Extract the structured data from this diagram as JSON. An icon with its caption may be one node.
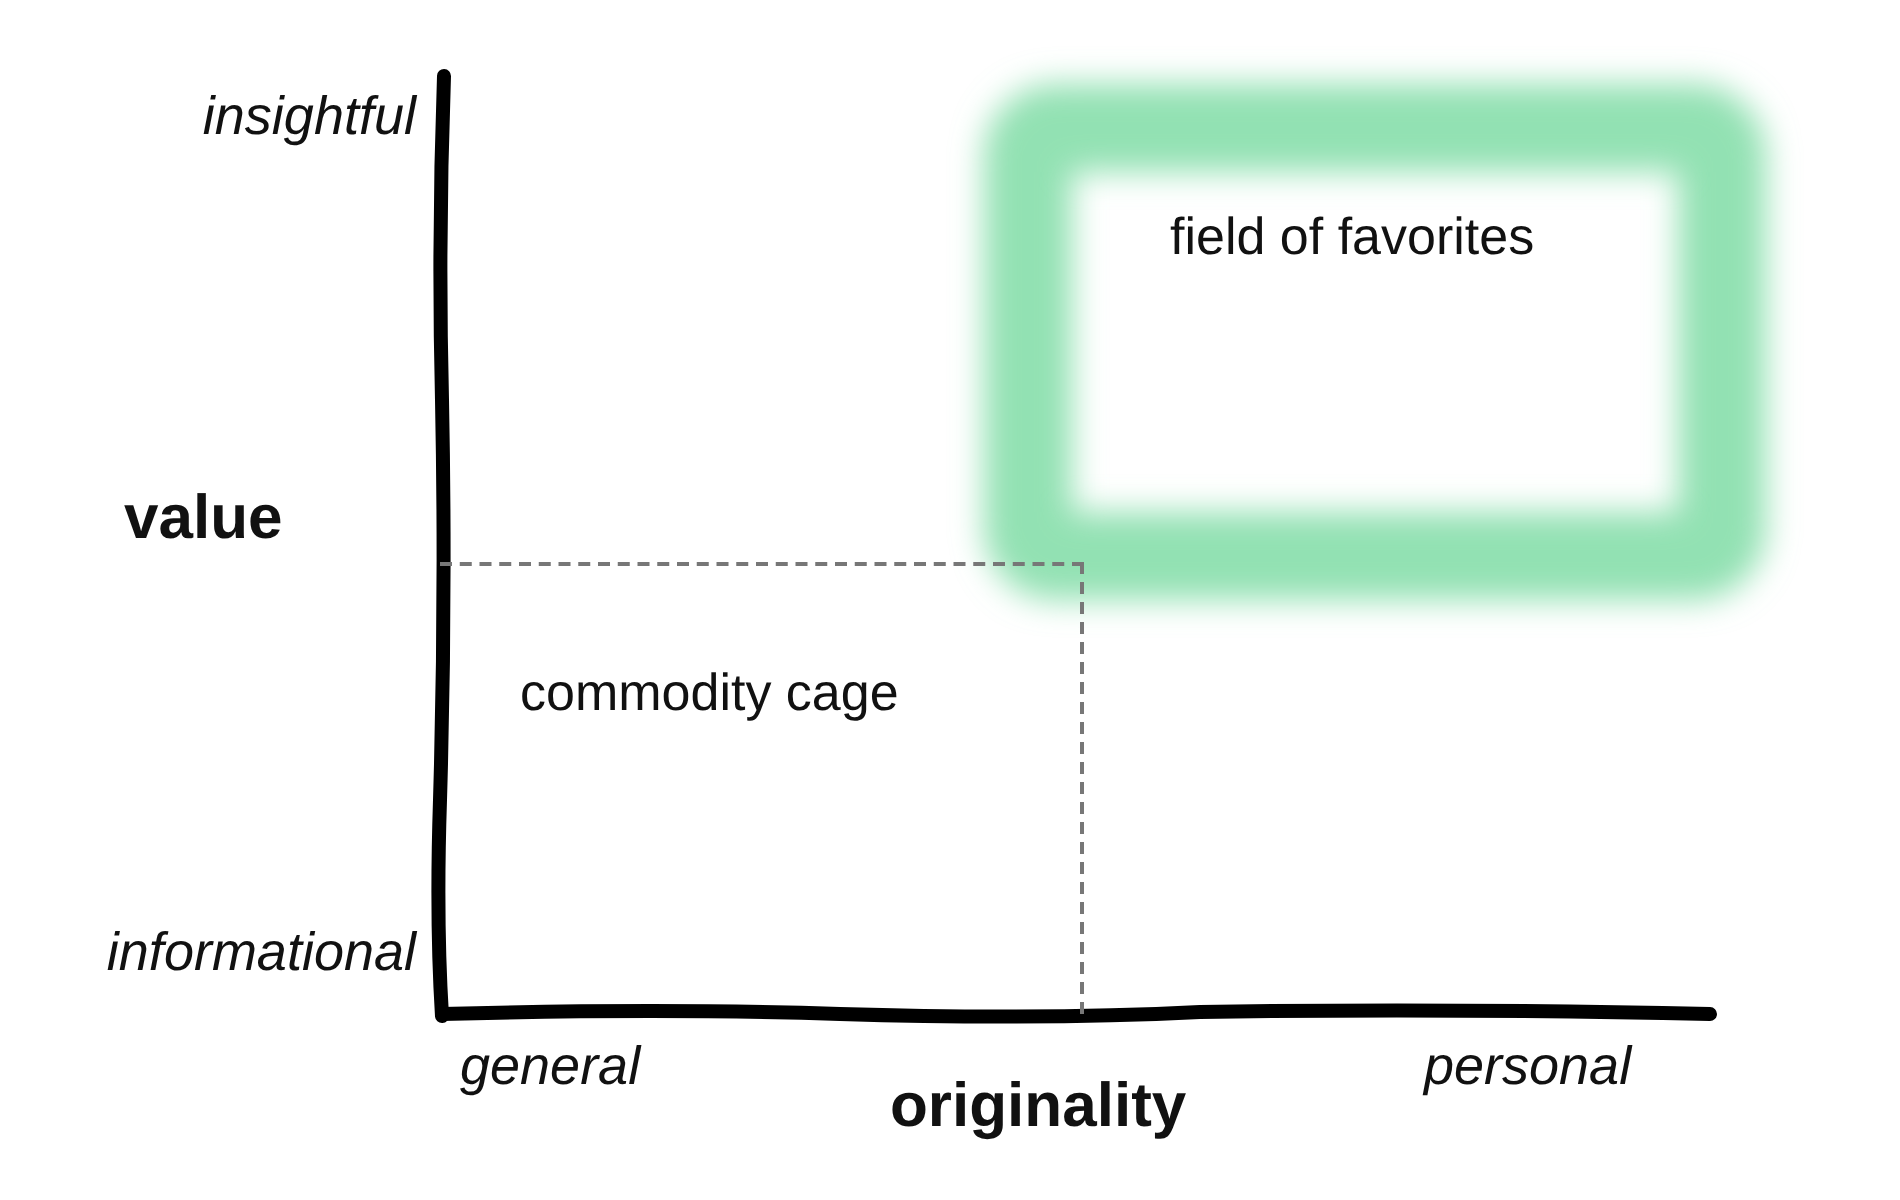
{
  "diagram": {
    "nodes": [
      {
        "text": [
          "field of favorites"
        ]
      },
      {
        "text": [
          "commodity cage"
        ]
      }
    ],
    "labels": [
      "insightful",
      "value",
      "informational",
      "general",
      "originality",
      "personal"
    ]
  }
}
